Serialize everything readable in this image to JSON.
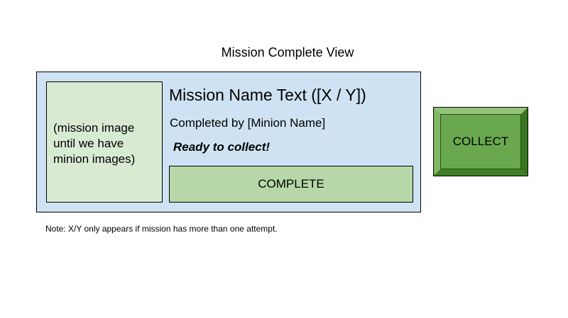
{
  "view_title": "Mission Complete View",
  "card": {
    "image_placeholder_text": "(mission image until we have minion images)",
    "mission_name": "Mission Name Text ([X / Y])",
    "completed_by": "Completed by [Minion Name]",
    "status_text": "Ready to collect!",
    "complete_bar_label": "COMPLETE"
  },
  "collect_button_label": "COLLECT",
  "note": "Note: X/Y only appears if mission has more than one attempt.",
  "colors": {
    "card_background": "#cfe2f3",
    "image_placeholder": "#d9ead3",
    "complete_bar": "#b6d7a8",
    "collect_button": "#6aa84f"
  }
}
